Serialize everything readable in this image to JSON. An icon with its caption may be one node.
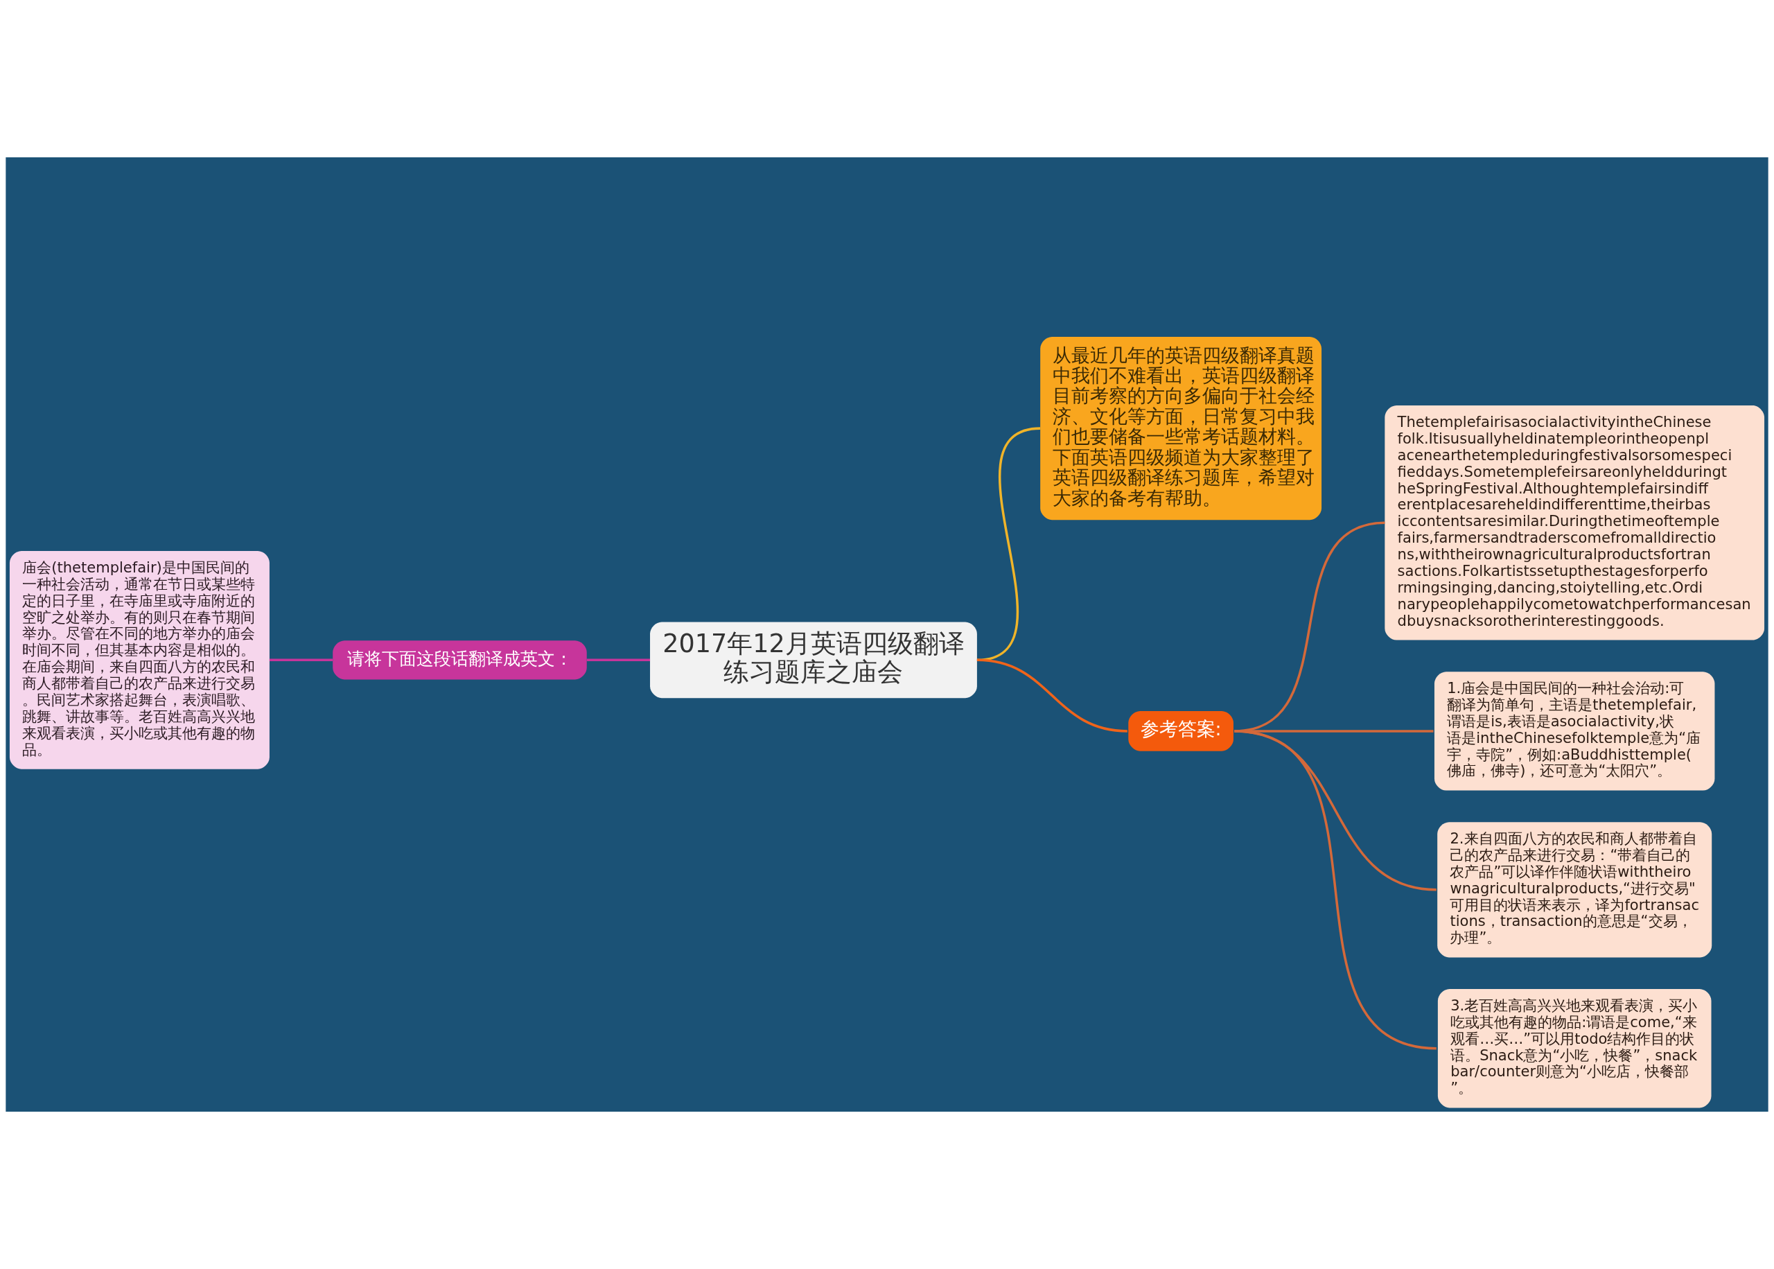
{
  "diagram": {
    "nodes": [
      {
        "text": [
          "2017年12月英语四级翻译练习题库之庙会"
        ]
      },
      {
        "text": [
          "从最近几年的英语四级翻译真题中我们不难看出，英语四级翻译目前考察的方向多偏向于社会经济、文化等方面，日常复习中我们也要储备一些常考话题材料。下面英语四级频道为大家整理了英语四级翻译练习题库，希望对大家的备考有帮助。"
        ]
      },
      {
        "text": [
          "请将下面这段话翻译成英文："
        ]
      },
      {
        "text": [
          "庙会(thetemplefair)是中国民间的一种社会活动，通常在节日或某些特定的日子里，在寺庙里或寺庙附近的空旷之处举办。有的则只在春节期间举办。尽管在不同的地方举办的庙会时间不同，但其基本内容是相似的。在庙会期间，来自四面八方的农民和商人都带着自己的农产品来进行交易。民间艺术家搭起舞台，表演唱歌、跳舞、讲故事等。老百姓高高兴兴地来观看表演，买小吃或其他有趣的物品。"
        ]
      },
      {
        "text": [
          "参考答案:"
        ]
      },
      {
        "text": [
          "ThetemplefairisasocialactivityintheChinesefolk.Itisusuallyheldinatempleorintheopenplacenearthetempleduringfestivalsorsomespecifieddays.SometemplefeirsareonlyheldduringtheSpringFestival.Althoughtemplefairsindifferentplacesareheldindifferenttime,theirbasiccontentsaresimilar.Duringthetimeoftemplefairs,farmersandtraderscomefromalldirections,withtheirownagriculturalproductsfortransactions.Folkartistssetupthestagesforperformingsinging,dancing,stoiytelling,etc.Ordinarypeoplehappilycometowatchperformancesandbuysnacksorotherinterestinggoods."
        ]
      },
      {
        "text": [
          "1.庙会是中国民间的一种社会治动:可翻译为简单句，主语是thetemplefair,谓语是is,表语是asocialactivity,状语是intheChinesefolktemple意为“庙宇，寺院”，例如:aBuddhisttemple(佛庙，佛寺)，还可意为“太阳穴”。"
        ]
      },
      {
        "text": [
          "2.来自四面八方的农民和商人都带着自己的农产品来进行交易：“带着自己的农产品”可以译作伴随状语withtheirownagriculturalproducts,“进行交易\"可用目的状语来表示，译为fortransactions，transaction的意思是“交易，办理”。"
        ]
      },
      {
        "text": [
          "3.老百姓高高兴兴地来观看表演，买小吃或其他有趣的物品:谓语是come,“来观看…买…”可以用todo结构作目的状语。Snack意为“小吃，快餐”，snackbar/counter则意为“小吃店，快餐部”。"
        ]
      }
    ],
    "edges": [
      {
        "from": 0,
        "to": 1,
        "arrow": "none",
        "color": "#f0b429"
      },
      {
        "from": 0,
        "to": 2,
        "arrow": "none",
        "color": "#c7359b"
      },
      {
        "from": 2,
        "to": 3,
        "arrow": "none",
        "color": "#c7359b"
      },
      {
        "from": 0,
        "to": 4,
        "arrow": "none",
        "color": "#f0641a"
      },
      {
        "from": 4,
        "to": 5,
        "arrow": "none"
      },
      {
        "from": 4,
        "to": 6,
        "arrow": "none"
      },
      {
        "from": 4,
        "to": 7,
        "arrow": "none"
      },
      {
        "from": 4,
        "to": 8,
        "arrow": "none"
      }
    ]
  }
}
